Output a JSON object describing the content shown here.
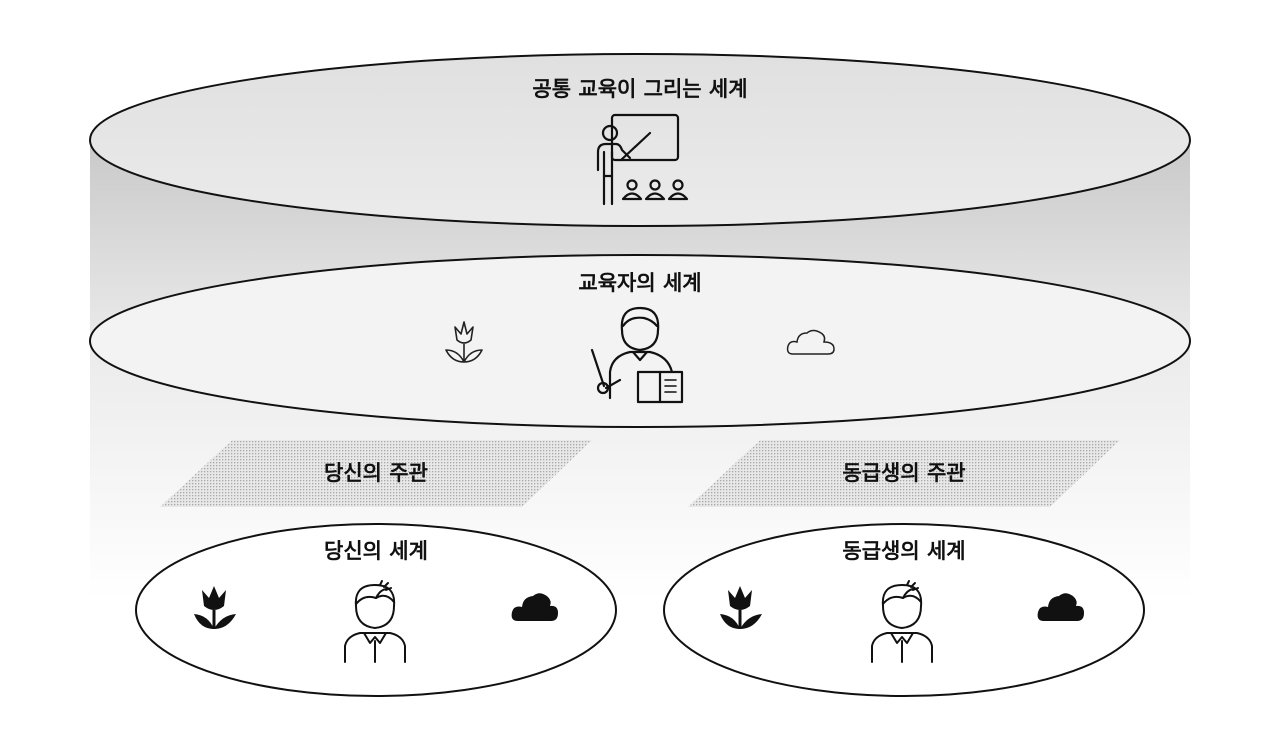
{
  "diagram": {
    "common_world": {
      "title": "공통 교육이 그리는 세계"
    },
    "educator_world": {
      "title": "교육자의 세계"
    },
    "your_subjectivity": {
      "label": "당신의 주관"
    },
    "peer_subjectivity": {
      "label": "동급생의 주관"
    },
    "your_world": {
      "title": "당신의 세계"
    },
    "peer_world": {
      "title": "동급생의 세계"
    },
    "icons": {
      "common": "teacher-at-board-icon",
      "educator": "teacher-with-book-icon",
      "student": "student-icon",
      "flower": "tulip-icon",
      "cloud": "cloud-icon"
    }
  }
}
